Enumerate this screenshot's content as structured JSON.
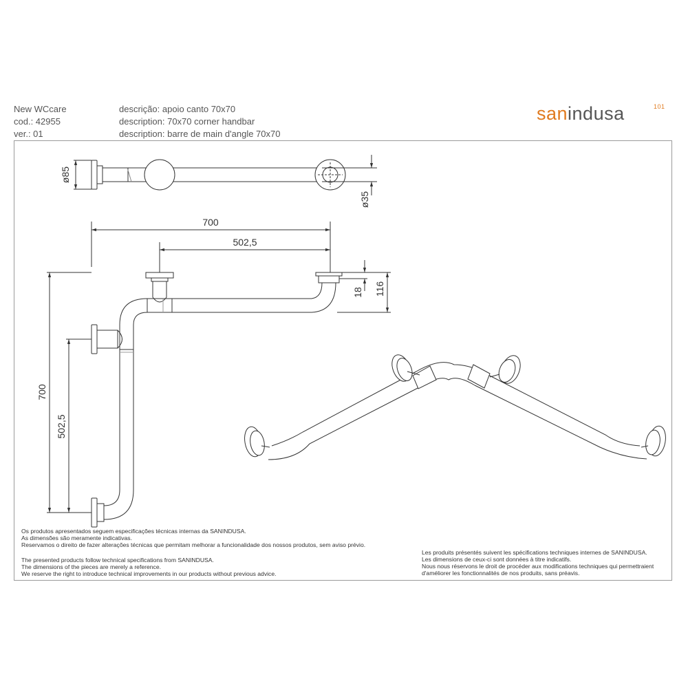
{
  "header": {
    "product": "New WCcare",
    "code": "cod.: 42955",
    "version": "ver.: 01",
    "desc_pt": "descrição: apoio canto 70x70",
    "desc_en": "description: 70x70 corner handbar",
    "desc_fr": "description: barre de main d'angle 70x70"
  },
  "logo": {
    "part1": "san",
    "part2": "indusa",
    "mark": "101"
  },
  "dimensions": {
    "d85": "ø85",
    "d35": "ø35",
    "top_700": "700",
    "top_502": "502,5",
    "h18": "18",
    "h116": "116",
    "left_700": "700",
    "left_502": "502,5"
  },
  "notes": {
    "pt": [
      "Os produtos apresentados seguem especificações técnicas internas da SANINDUSA.",
      "As dimensões são meramente indicativas.",
      "Reservamos o direito de fazer alterações técnicas que permitam melhorar a funcionalidade dos nossos produtos, sem aviso prévio."
    ],
    "en": [
      "The presented products follow technical specifications from SANINDUSA.",
      "The dimensions of the pieces are merely a reference.",
      "We reserve the right to introduce technical improvements in our products without previous advice."
    ],
    "fr": [
      "Les produits présentés suivent les spécifications techniques internes de SANINDUSA.",
      "Les dimensions de ceux-ci sont données à titre indicatifs.",
      "Nous nous réservons le droit de procéder aux modifications techniques qui permettraient",
      "d'améliorer les fonctionnalités de nos produits, sans préavis."
    ]
  }
}
